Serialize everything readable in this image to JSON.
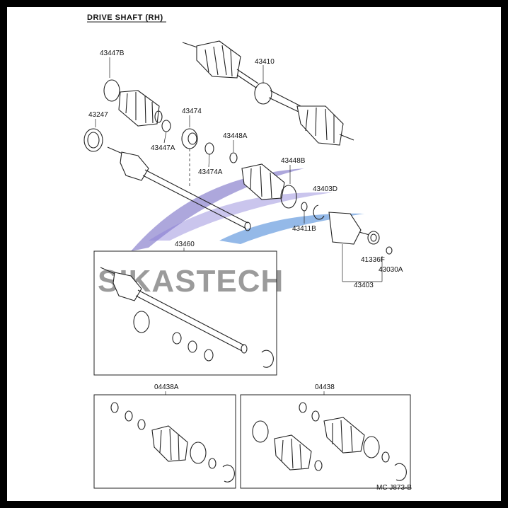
{
  "title": "DRIVE SHAFT (RH)",
  "watermark": "SIKASTECH",
  "footer_code": "MC  J873-B",
  "colors": {
    "watermark_blue": "#3d7fd6",
    "watermark_purple": "#6a5fc0",
    "watermark_text": "#8a8a8a"
  },
  "labels": {
    "p43447B": "43447B",
    "p43410": "43410",
    "p43247": "43247",
    "p43474": "43474",
    "p43448A": "43448A",
    "p43447A": "43447A",
    "p43474A": "43474A",
    "p43448B": "43448B",
    "p43403D": "43403D",
    "p43411B": "43411B",
    "p43460": "43460",
    "p41336F": "41336F",
    "p43030A": "43030A",
    "p43403": "43403",
    "p04438A": "04438A",
    "p04438": "04438"
  }
}
